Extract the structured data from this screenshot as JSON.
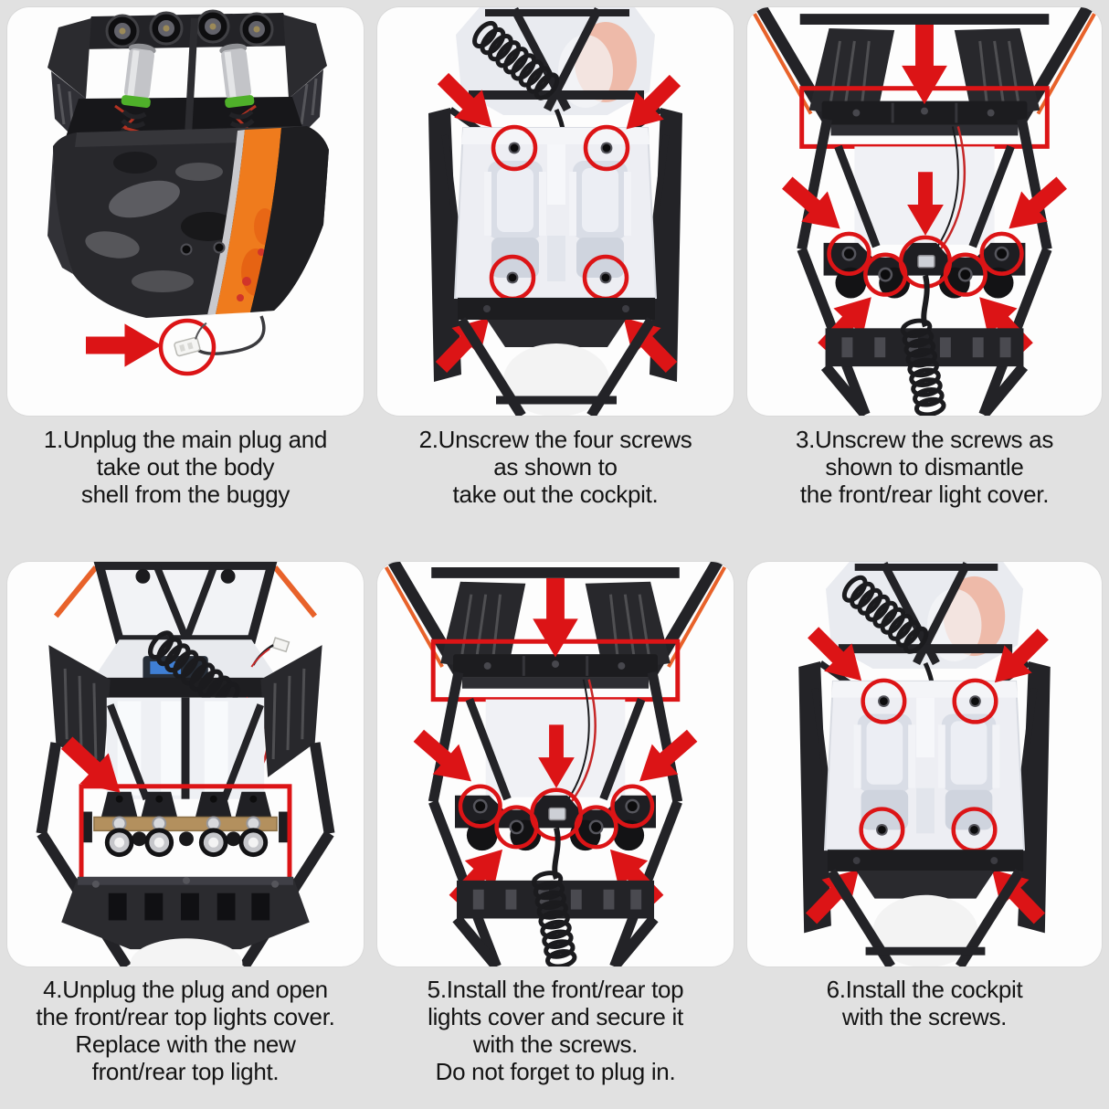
{
  "document": {
    "type": "instruction-sheet",
    "subject": "RC buggy body shell, cockpit and front/rear top light replacement steps",
    "grid": {
      "rows": 2,
      "cols": 3,
      "step_count": 6
    }
  },
  "theme": {
    "page_bg": "#e1e1e1",
    "panel_bg": "#fdfdfd",
    "red": "#dc1416",
    "text": "#141414",
    "chassis_dark": "#232327",
    "cockpit_light": "#edeef3",
    "accent_orange": "#ee7a1d",
    "brass": "#b3905e",
    "silver": "#c6c7cb",
    "shock_green": "#4fb02a"
  },
  "steps": [
    {
      "number": "1",
      "caption": "1.Unplug the main plug and take out the body shell from the buggy",
      "lines": [
        "1.Unplug the main plug and",
        "take out the body",
        "shell from the buggy"
      ],
      "annotations": [
        "right-arrow",
        "plug-highlight-circle"
      ]
    },
    {
      "number": "2",
      "caption": "2.Unscrew the four screws as shown to take out the cockpit.",
      "lines": [
        "2.Unscrew the four screws",
        "as shown to",
        "take out the cockpit."
      ],
      "annotations": [
        "four-diagonal-arrows",
        "four-screw-circles"
      ]
    },
    {
      "number": "3",
      "caption": "3.Unscrew the screws as shown to dismantle the front/rear light cover.",
      "lines": [
        "3.Unscrew the screws as",
        "shown to dismantle",
        "the front/rear light cover."
      ],
      "annotations": [
        "down-arrow",
        "light-bar-highlight-rect",
        "five-arrows",
        "five-screw-circles"
      ]
    },
    {
      "number": "4",
      "caption": "4.Unplug the plug and open the front/rear top lights cover. Replace with the new front/rear top light.",
      "lines": [
        "4.Unplug the plug and open",
        "the front/rear top lights cover.",
        "Replace with the new",
        "front/rear top light."
      ],
      "annotations": [
        "diagonal-arrow",
        "light-bar-highlight-rect"
      ]
    },
    {
      "number": "5",
      "caption": "5.Install the front/rear top lights cover and secure it with the screws. Do not forget to plug in.",
      "lines": [
        "5.Install the front/rear top",
        "lights cover and secure it",
        "with the screws.",
        "Do not forget to plug in."
      ],
      "annotations": [
        "down-arrow",
        "light-bar-highlight-rect",
        "five-arrows",
        "five-screw-circles"
      ]
    },
    {
      "number": "6",
      "caption": "6.Install the cockpit with the screws.",
      "lines": [
        "6.Install the cockpit",
        "with the screws."
      ],
      "annotations": [
        "four-diagonal-arrows",
        "four-screw-circles"
      ]
    }
  ]
}
